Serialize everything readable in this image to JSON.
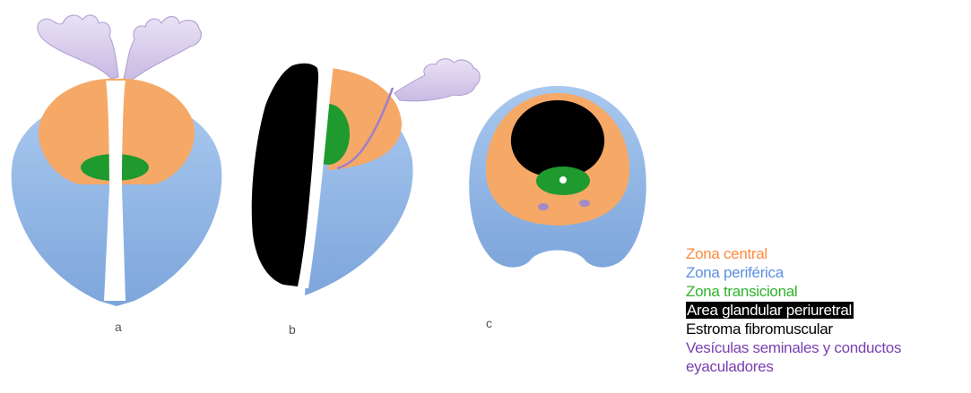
{
  "panels": [
    {
      "label": "a"
    },
    {
      "label": "b"
    },
    {
      "label": "c"
    }
  ],
  "legend": [
    {
      "text": "Zona central",
      "color": "#ff8a3c"
    },
    {
      "text": "Zona periférica",
      "color": "#5b8fe0"
    },
    {
      "text": "Zona transicional",
      "color": "#2db32d"
    },
    {
      "text": "Area glandular periuretral",
      "color": "#ffffff",
      "background": "#000000"
    },
    {
      "text": "Estroma fibromuscular",
      "color": "#000000"
    },
    {
      "text": "Vesículas seminales y conductos eyaculadores",
      "color": "#7a3fb0"
    }
  ],
  "colors": {
    "peripheral_zone": "#8fb5e6",
    "central_zone": "#f6a867",
    "transition_zone": "#2a9d3a",
    "periurethral_area": "#000000",
    "seminal_vesicles": "#ded3ef",
    "ejaculatory_ducts": "#a38bc7"
  },
  "icons": {
    "seminal_vesicle": "seminal-vesicle-icon"
  }
}
